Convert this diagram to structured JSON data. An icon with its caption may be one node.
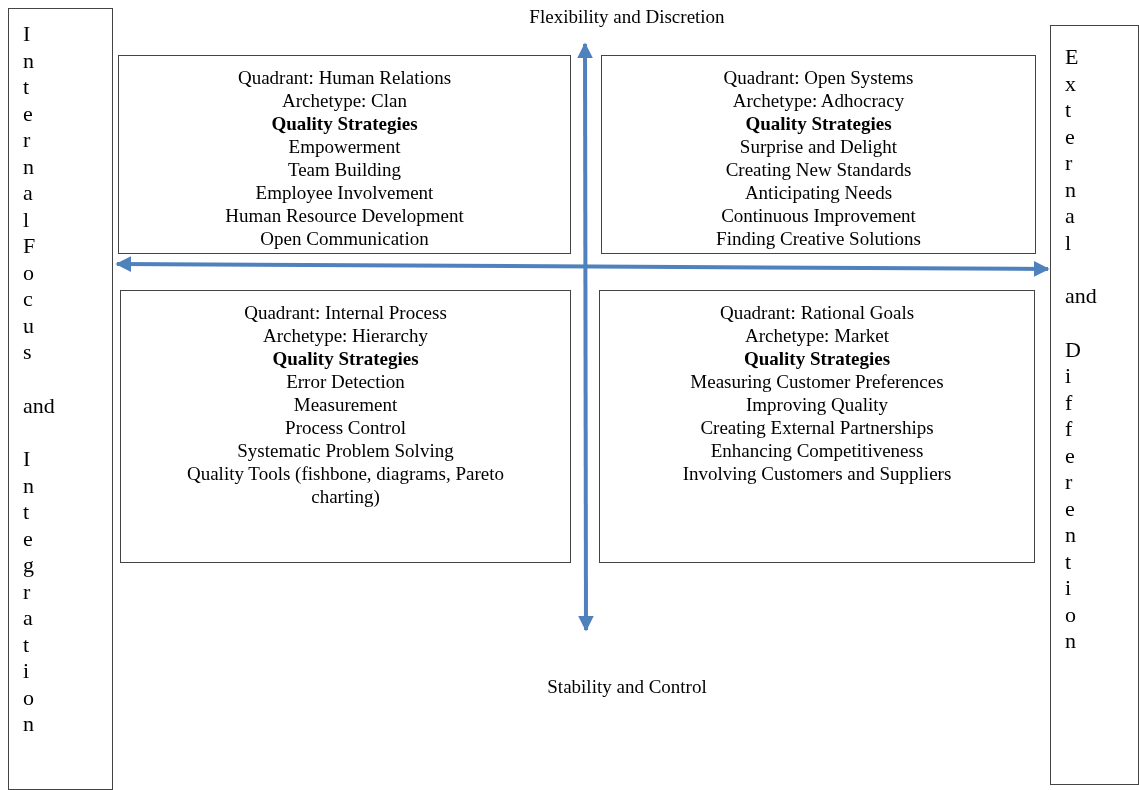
{
  "diagram": {
    "nodes": [
      {
        "text": [
          "Internal Focus",
          "and",
          "Integration"
        ]
      },
      {
        "text": [
          "External",
          "and",
          "Differention"
        ]
      },
      {
        "text": [
          "Quadrant: Human Relations",
          "Archetype: Clan",
          "Quality Strategies",
          "Empowerment",
          "Team Building",
          "Employee Involvement",
          "Human Resource Development",
          "Open Communication"
        ]
      },
      {
        "text": [
          "Quadrant: Open Systems",
          "Archetype: Adhocracy",
          "Quality Strategies",
          "Surprise and Delight",
          "Creating New Standards",
          "Anticipating Needs",
          "Continuous Improvement",
          "Finding Creative Solutions"
        ]
      },
      {
        "text": [
          "Quadrant: Internal Process",
          "Archetype: Hierarchy",
          "Quality Strategies",
          "Error Detection",
          "Measurement",
          "Process Control",
          "Systematic Problem Solving",
          "Quality Tools (fishbone, diagrams, Pareto charting)"
        ]
      },
      {
        "text": [
          "Quadrant: Rational Goals",
          "Archetype: Market",
          "Quality Strategies",
          "Measuring Customer Preferences",
          "Improving Quality",
          "Creating External Partnerships",
          "Enhancing Competitiveness",
          "Involving Customers and Suppliers"
        ]
      }
    ],
    "edges": [
      {
        "from": 0,
        "to": 1,
        "arrow": "both",
        "color": "#4f81bd"
      }
    ],
    "labels": [
      "Flexibility and Discretion",
      "Stability and Control"
    ]
  }
}
